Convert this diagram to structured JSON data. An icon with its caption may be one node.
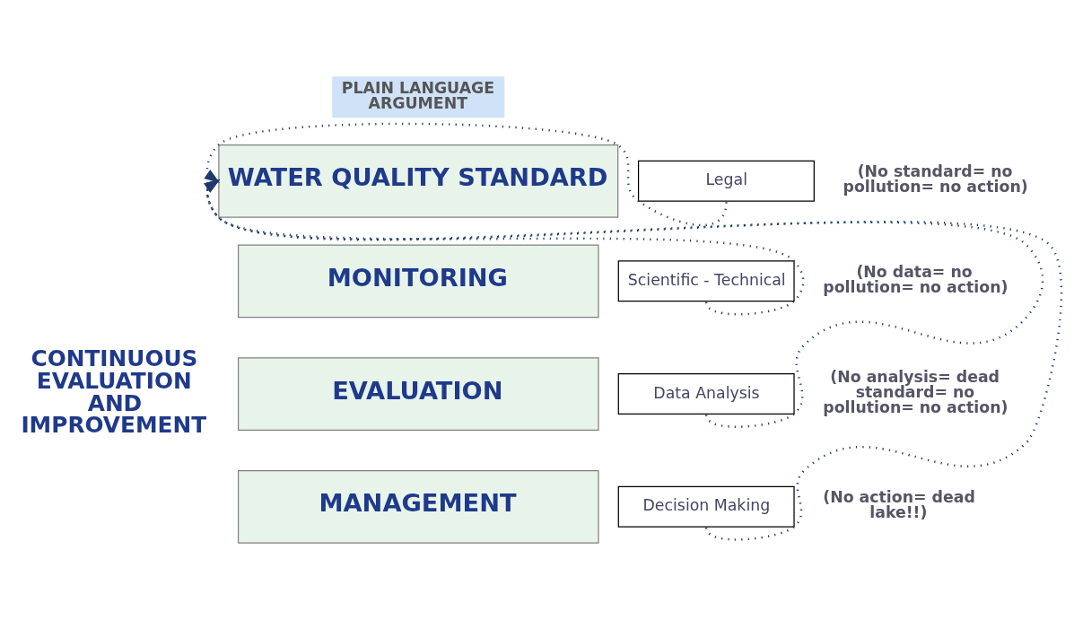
{
  "diagram": {
    "nodes": [
      {
        "text": [
          "WATER QUALITY STANDARD"
        ]
      },
      {
        "text": [
          "Legal"
        ],
        "beside": [
          "(No standard= no pollution= no action)"
        ]
      },
      {
        "text": [
          "MONITORING"
        ]
      },
      {
        "text": [
          "Scientific - Technical"
        ],
        "beside": [
          "(No data= no pollution= no action)"
        ]
      },
      {
        "text": [
          "EVALUATION"
        ]
      },
      {
        "text": [
          "Data Analysis"
        ],
        "beside": [
          "(No analysis= dead standard= no pollution= no action)"
        ]
      },
      {
        "text": [
          "MANAGEMENT"
        ]
      },
      {
        "text": [
          "Decision Making"
        ],
        "beside": [
          "(No action= dead lake!!)"
        ]
      },
      {
        "text": [
          "PLAIN LANGUAGE ARGUMENT"
        ]
      }
    ],
    "edges": [
      {
        "from": 1,
        "to": 0,
        "arrow": "to",
        "style": "dashed"
      },
      {
        "from": 3,
        "to": 0,
        "arrow": "to",
        "style": "dashed"
      },
      {
        "from": 5,
        "to": 0,
        "arrow": "to",
        "style": "dashed"
      },
      {
        "from": 7,
        "to": 0,
        "arrow": "to",
        "style": "dashed"
      }
    ],
    "labels": [
      "CONTINUOUS EVALUATION AND IMPROVEMENT"
    ]
  }
}
